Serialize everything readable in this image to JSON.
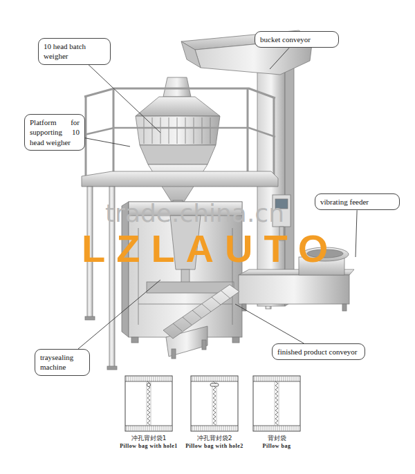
{
  "diagram": {
    "nodes": [
      {
        "text": [
          "10 head batch weigher"
        ]
      },
      {
        "text": [
          "bucket conveyor"
        ]
      },
      {
        "text": [
          "Platform for supporting 10 head weigher"
        ]
      },
      {
        "text": [
          "vibrating feeder"
        ]
      },
      {
        "text": [
          "traysealing machine"
        ]
      },
      {
        "text": [
          "finished product conveyor"
        ]
      },
      {
        "text": [
          "冲孔背封袋1",
          "Pillow bag with hole1"
        ]
      },
      {
        "text": [
          "冲孔背封袋2",
          "Pillow bag with hole2"
        ]
      },
      {
        "text": [
          "背封袋",
          "Pillow bag"
        ]
      }
    ],
    "labels": [
      "trade.china.cn",
      "LZLAUTO"
    ]
  }
}
